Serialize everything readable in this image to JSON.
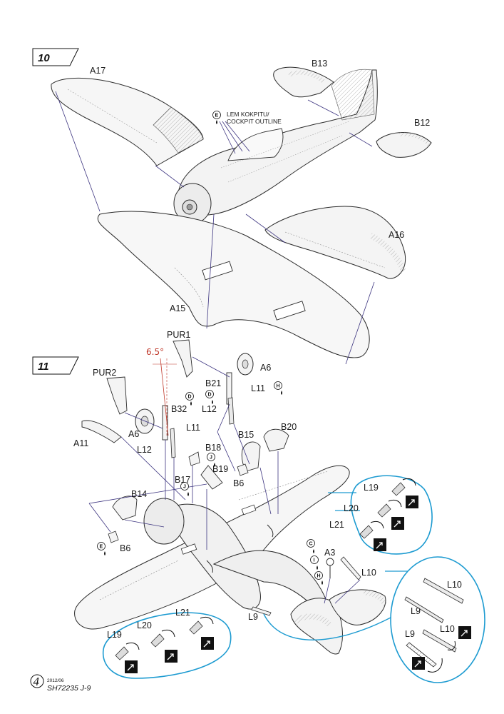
{
  "steps": {
    "step10": {
      "number": "10",
      "labels": {
        "a17": "A17",
        "b13": "B13",
        "b12": "B12",
        "a16": "A16",
        "a15": "A15",
        "cockpit_line1": "LEM KOKPITU/",
        "cockpit_line2": "COCKPIT OUTLINE",
        "paint_e": "E"
      }
    },
    "step11": {
      "number": "11",
      "labels": {
        "pur1": "PUR1",
        "pur2": "PUR2",
        "angle": "6.5°",
        "a6_left": "A6",
        "a6_right": "A6",
        "b21": "B21",
        "b32": "B32",
        "l11_left": "L11",
        "l11_right": "L11",
        "l12_left": "L12",
        "l12_right": "L12",
        "a11": "A11",
        "b15": "B15",
        "b20": "B20",
        "b18": "B18",
        "b19": "B19",
        "b17": "B17",
        "b6_center": "B6",
        "b6_left": "B6",
        "b14": "B14",
        "l19_right": "L19",
        "l20_right": "L20",
        "l21_right": "L21",
        "a3": "A3",
        "l10_top": "L10",
        "l10_mid": "L10",
        "l10_low": "L10",
        "l9_center": "L9",
        "l9_circle1": "L9",
        "l9_circle2": "L9",
        "l21_left": "L21",
        "l19_left": "L19",
        "l20_left": "L20",
        "paint_d1": "D",
        "paint_d2": "D",
        "paint_h1": "H",
        "paint_h2": "H",
        "paint_j1": "J",
        "paint_j2": "J",
        "paint_e": "E",
        "paint_c": "C",
        "paint_i": "I"
      }
    }
  },
  "footer": {
    "page_number": "4",
    "date": "2012/06",
    "code": "SH72235  J-9"
  },
  "colors": {
    "line": "#2b2b2b",
    "guide": "#3d3580",
    "callout": "#1d9bd1",
    "annotation": "#c0392b",
    "fill_light": "#f4f4f4"
  }
}
